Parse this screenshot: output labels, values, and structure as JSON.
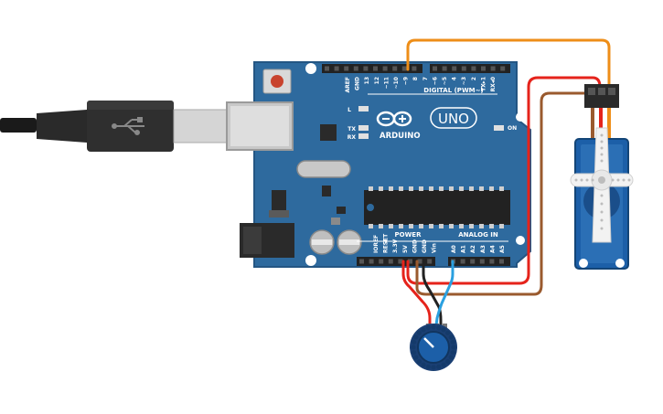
{
  "board": {
    "brand": "ARDUINO",
    "model": "UNO",
    "digital_label": "DIGITAL (PWM~)",
    "power_label": "POWER",
    "analog_label": "ANALOG IN",
    "on_label": "ON",
    "l_label": "L",
    "tx_label": "TX",
    "rx_label": "RX",
    "digital_pins": [
      "AREF",
      "GND",
      "13",
      "12",
      "~11",
      "~10",
      "~9",
      "8",
      "7",
      "~6",
      "~5",
      "4",
      "~3",
      "2",
      "TX▸1",
      "RX◂0"
    ],
    "power_pins": [
      "IOREF",
      "RESET",
      "3.3V",
      "5V",
      "GND",
      "GND",
      "Vin"
    ],
    "analog_pins": [
      "A0",
      "A1",
      "A2",
      "A3",
      "A4",
      "A5"
    ]
  },
  "colors": {
    "board": "#2e6a9e",
    "wire_orange": "#ee8e18",
    "wire_red": "#e5231b",
    "wire_brown": "#9a5a2e",
    "wire_black": "#222222",
    "wire_blue": "#2aa0e0",
    "servo_body": "#1c5fa8",
    "knob": "#1c5fa8"
  },
  "icons": {
    "usb": "usb-trident-icon",
    "arduino_logo": "infinity-logo-icon"
  }
}
